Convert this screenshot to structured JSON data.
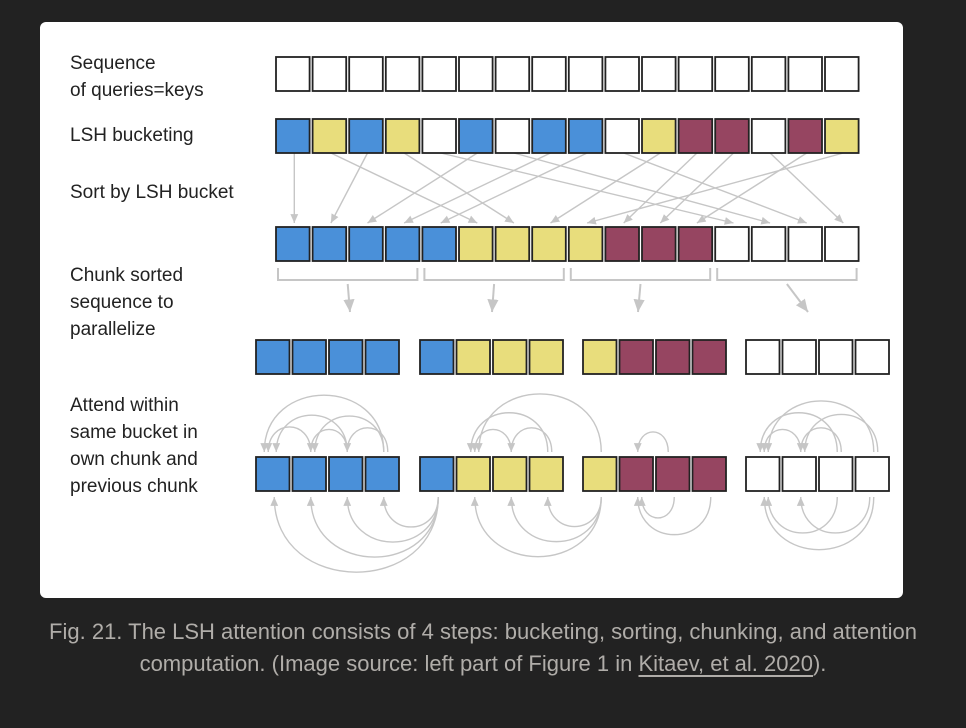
{
  "colors": {
    "blue": "#4a90d9",
    "yellow": "#e8dd7c",
    "maroon": "#964561",
    "white": "#ffffff",
    "arrow": "#c6c6c6",
    "border": "#222222"
  },
  "labels": {
    "sequence": "Sequence\nof queries=keys",
    "bucketing": "LSH bucketing",
    "sort": "Sort by LSH bucket",
    "chunk": "Chunk sorted\nsequence to\nparallelize",
    "attend": "Attend within\nsame bucket in\nown chunk and\nprevious chunk"
  },
  "rows": {
    "sequence": [
      "white",
      "white",
      "white",
      "white",
      "white",
      "white",
      "white",
      "white",
      "white",
      "white",
      "white",
      "white",
      "white",
      "white",
      "white",
      "white"
    ],
    "bucketed": [
      "blue",
      "yellow",
      "blue",
      "yellow",
      "white",
      "blue",
      "white",
      "blue",
      "blue",
      "white",
      "yellow",
      "maroon",
      "maroon",
      "white",
      "maroon",
      "yellow"
    ],
    "sorted": [
      "blue",
      "blue",
      "blue",
      "blue",
      "blue",
      "yellow",
      "yellow",
      "yellow",
      "yellow",
      "maroon",
      "maroon",
      "maroon",
      "white",
      "white",
      "white",
      "white"
    ],
    "chunks": [
      [
        "blue",
        "blue",
        "blue",
        "blue"
      ],
      [
        "blue",
        "yellow",
        "yellow",
        "yellow"
      ],
      [
        "yellow",
        "maroon",
        "maroon",
        "maroon"
      ],
      [
        "white",
        "white",
        "white",
        "white"
      ]
    ]
  },
  "caption": {
    "text": "Fig. 21. The LSH attention consists of 4 steps: bucketing, sorting, chunking, and attention computation. (Image source: left part of Figure 1 in ",
    "link_text": "Kitaev, et al. 2020",
    "end": ")."
  }
}
